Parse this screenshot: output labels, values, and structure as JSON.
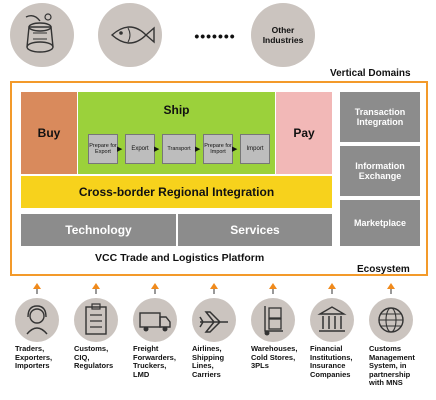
{
  "vertical_domains": {
    "title": "Vertical Domains",
    "other_industries": "Other\nIndustries",
    "dots": "•••••••"
  },
  "platform": {
    "buy": "Buy",
    "ship": "Ship",
    "pay": "Pay",
    "steps": [
      "Prepare for Export",
      "Export",
      "Transport",
      "Prepare for Import",
      "Import"
    ],
    "integration": "Cross-border Regional Integration",
    "technology": "Technology",
    "services": "Services",
    "title": "VCC Trade and Logistics Platform"
  },
  "side_boxes": [
    "Transaction Integration",
    "Information Exchange",
    "Marketplace"
  ],
  "ecosystem": {
    "title": "Ecosystem",
    "items": [
      {
        "label": "Traders,\nExporters,\nImporters",
        "icon": "headset-person-icon"
      },
      {
        "label": "Customs,\nCIQ,\nRegulators",
        "icon": "clipboard-checklist-icon"
      },
      {
        "label": "Freight\nForwarders,\nTruckers,\nLMD",
        "icon": "truck-icon"
      },
      {
        "label": "Airlines,\nShipping\nLines,\nCarriers",
        "icon": "airplane-icon"
      },
      {
        "label": "Warehouses,\nCold Stores,\n3PLs",
        "icon": "hand-truck-icon"
      },
      {
        "label": "Financial\nInstitutions,\nInsurance\nCompanies",
        "icon": "bank-icon"
      },
      {
        "label": "Customs\nManagement\nSystem, in\npartnership\nwith MNS",
        "icon": "globe-network-icon"
      }
    ]
  },
  "colors": {
    "buy": "#d98a5c",
    "ship": "#9bd13b",
    "pay": "#f2b8b7",
    "integration": "#f7d21c",
    "gray_box": "#8c8c8c",
    "frame": "#f39a2a",
    "accent_arrow": "#f08a1c"
  }
}
